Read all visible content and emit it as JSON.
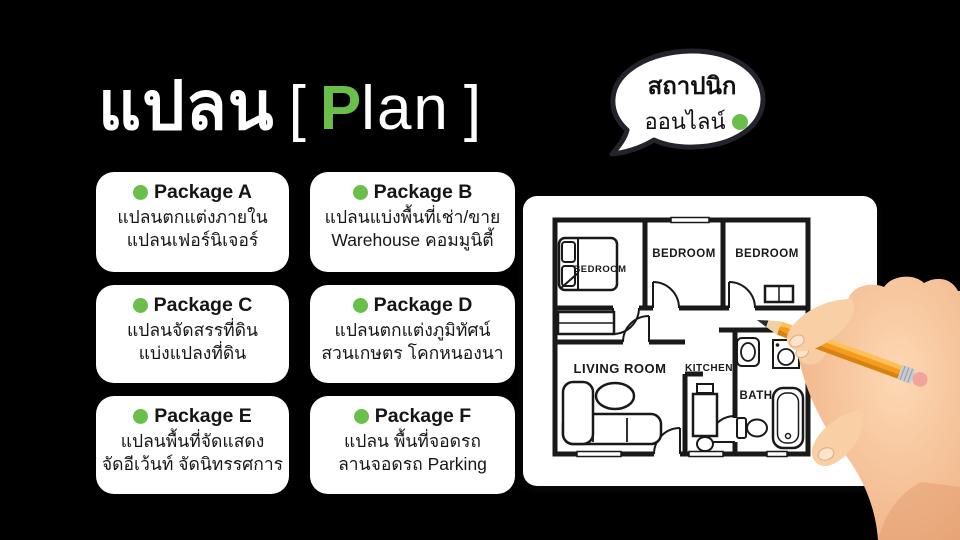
{
  "colors": {
    "background": "#000000",
    "accent_green": "#6abf4a",
    "card_bg": "#ffffff",
    "text_dark": "#151515",
    "bubble_outline": "#23232c",
    "pencil_orange": "#f59d1b"
  },
  "title": {
    "thai": "แปลน",
    "bracket_open": "[",
    "p": "P",
    "lan": "lan",
    "bracket_close": "]"
  },
  "bubble": {
    "line1": "สถาปนิก",
    "line2": "ออนไลน์"
  },
  "packages": [
    {
      "id": "A",
      "title": "Package A",
      "line1": "แปลนตกแต่งภายใน",
      "line2": "แปลนเฟอร์นิเจอร์"
    },
    {
      "id": "B",
      "title": "Package B",
      "line1": "แปลนแบ่งพื้นที่เช่า/ขาย",
      "line2": "Warehouse คอมมูนิตี้"
    },
    {
      "id": "C",
      "title": "Package C",
      "line1": "แปลนจัดสรรที่ดิน",
      "line2": "แบ่งแปลงที่ดิน"
    },
    {
      "id": "D",
      "title": "Package D",
      "line1": "แปลนตกแต่งภูมิทัศน์",
      "line2": "สวนเกษตร โคกหนองนา"
    },
    {
      "id": "E",
      "title": "Package E",
      "line1": "แปลนพื้นที่จัดแสดง",
      "line2": "จัดอีเว้นท์ จัดนิทรรศการ"
    },
    {
      "id": "F",
      "title": "Package F",
      "line1": "แปลน พื้นที่จอดรถ",
      "line2": "ลานจอดรถ Parking"
    }
  ],
  "plan": {
    "labels": [
      "BEDROOM",
      "BEDROOM",
      "BEDROOM",
      "LIVING ROOM",
      "KITCHEN",
      "BATH"
    ]
  }
}
